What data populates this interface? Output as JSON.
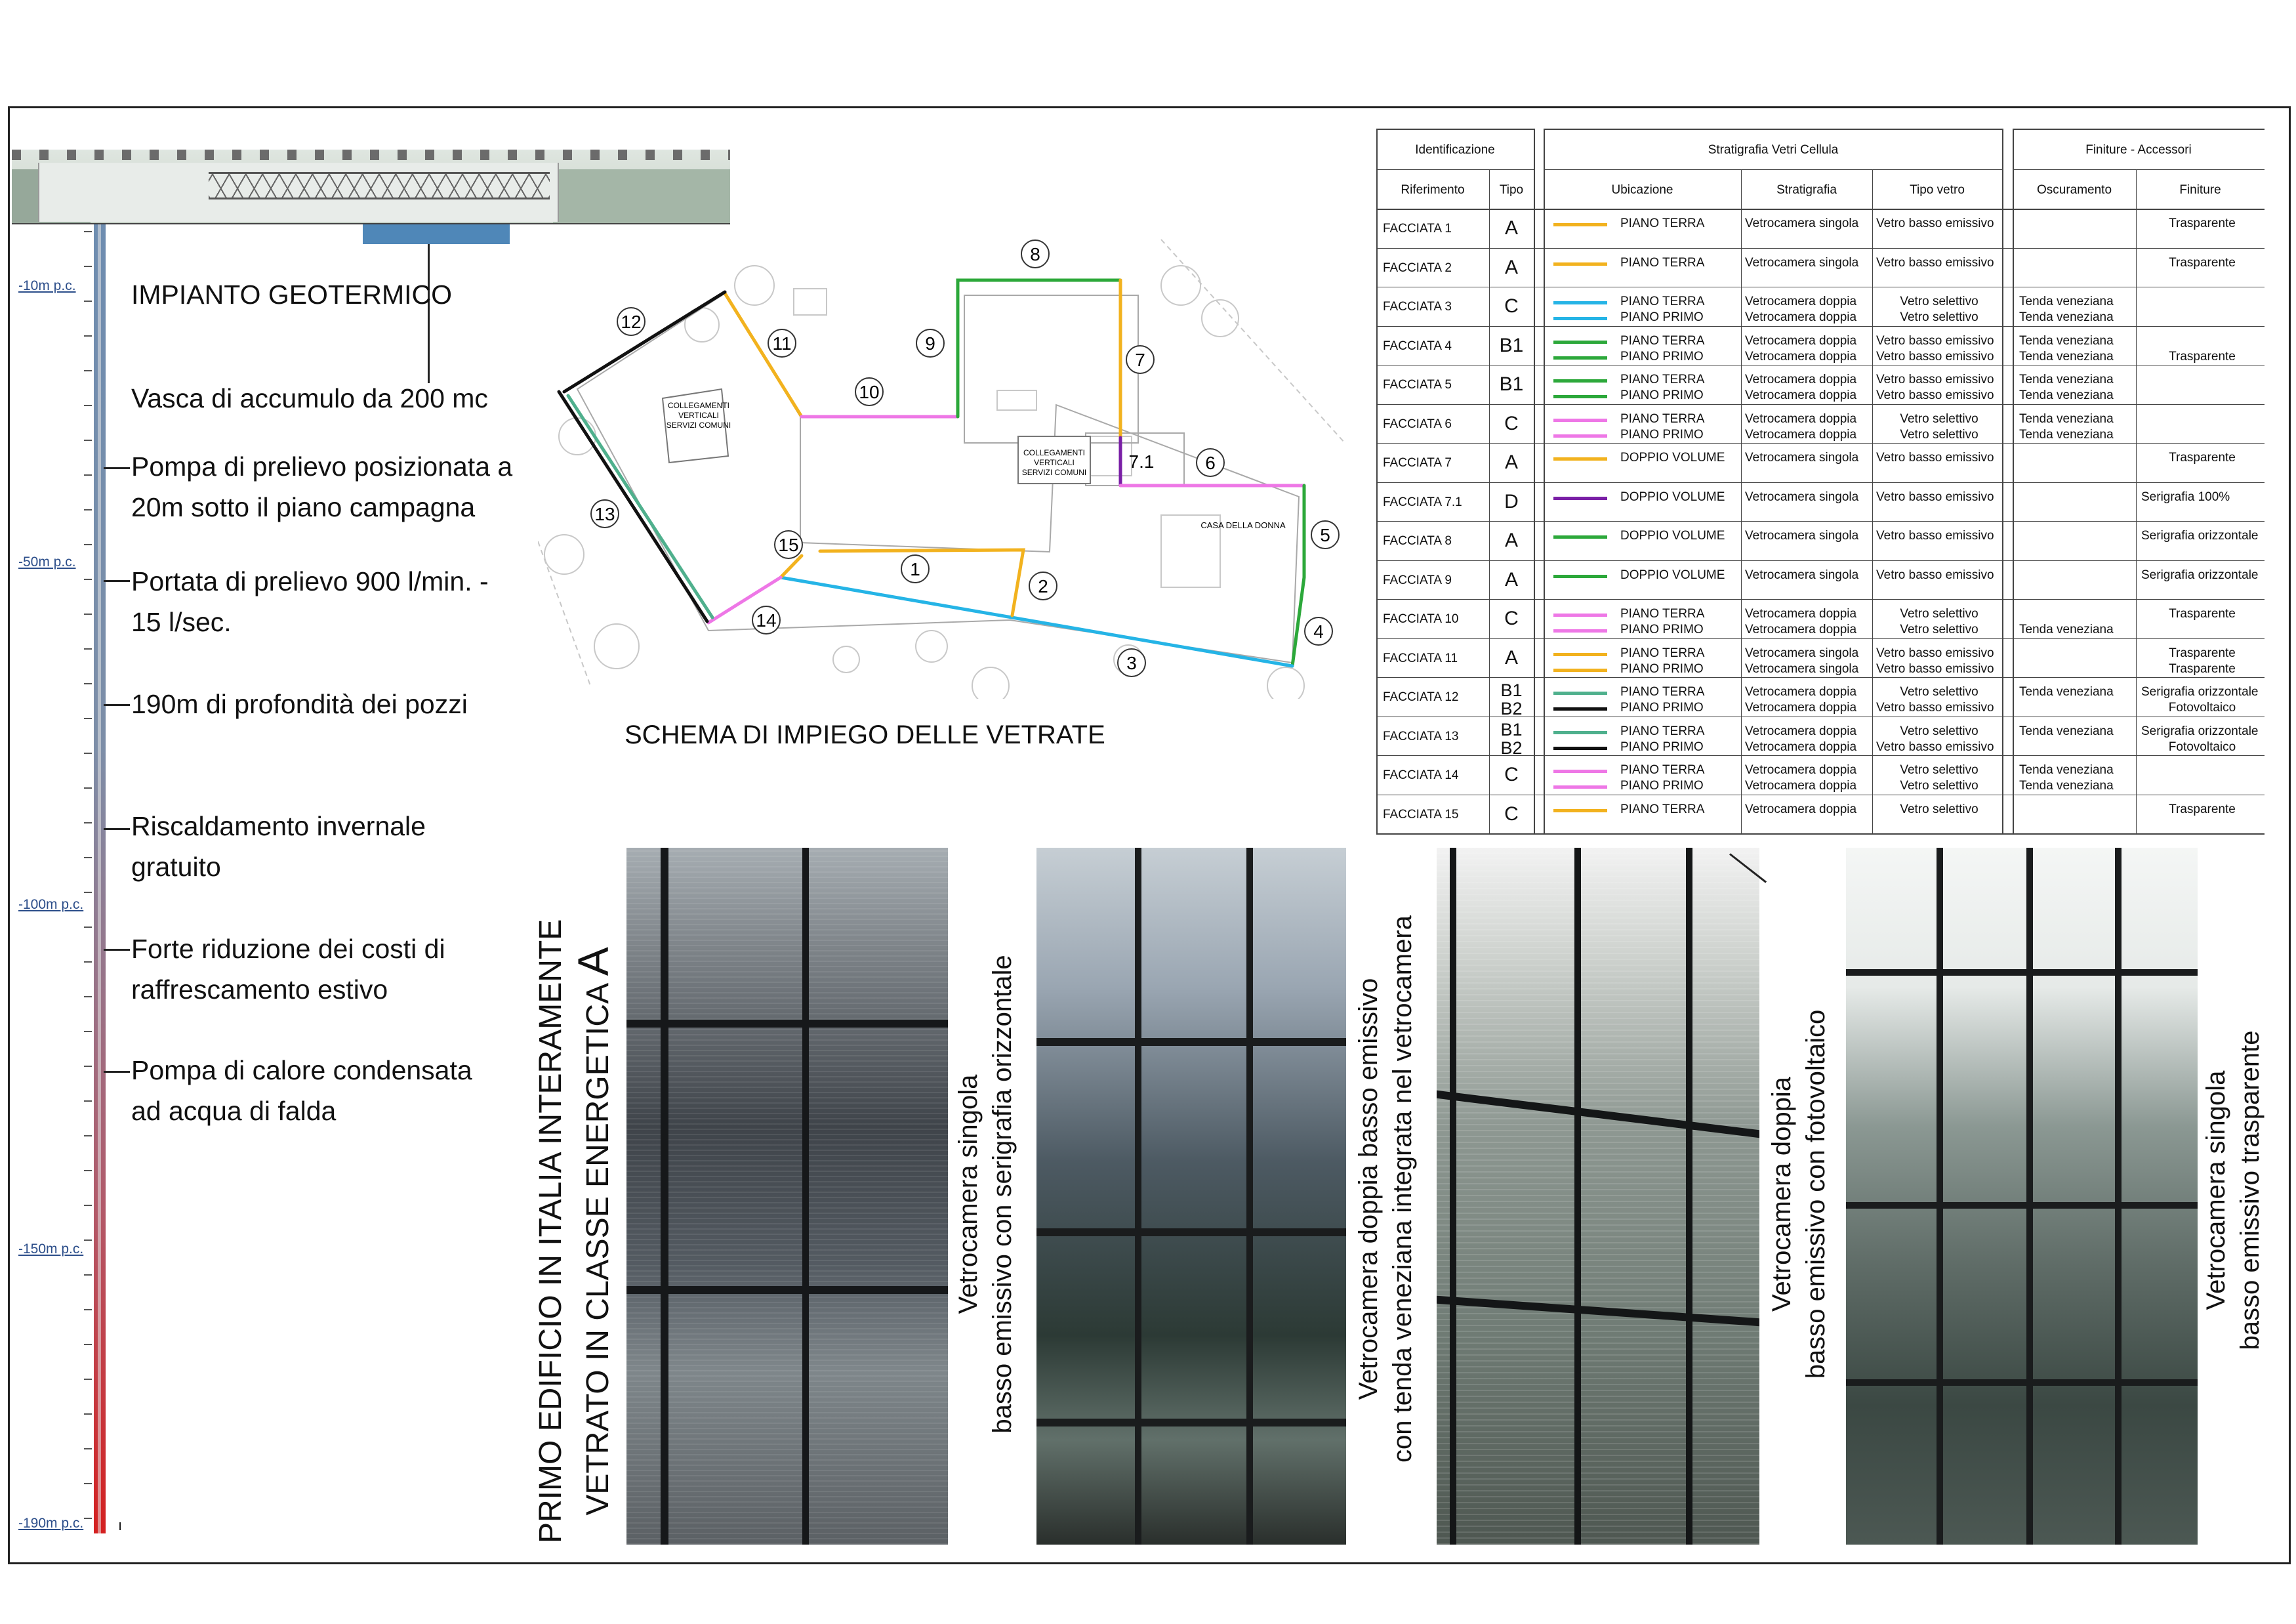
{
  "geothermal": {
    "title": "IMPIANTO GEOTERMICO",
    "depth_labels": [
      "-10m p.c.",
      "-50m p.c.",
      "-100m p.c.",
      "-150m p.c.",
      "-190m p.c."
    ],
    "features": [
      "Vasca di accumulo da 200 mc",
      "Pompa di prelievo posizionata a 20m sotto il piano campagna",
      "Portata di prelievo 900 l/min. - 15 l/sec.",
      "190m di profondità dei pozzi",
      "Riscaldamento invernale gratuito",
      "Forte riduzione dei costi di raffrescamento estivo",
      "Pompa di calore condensata ad acqua di falda"
    ]
  },
  "plan": {
    "title": "SCHEMA DI IMPIEGO DELLE VETRATE",
    "block_label_1": [
      "COLLEGAMENTI",
      "VERTICALI",
      "SERVIZI COMUNI"
    ],
    "block_label_2": [
      "COLLEGAMENTI",
      "VERTICALI",
      "SERVIZI COMUNI"
    ],
    "casa_label": "CASA DELLA DONNA",
    "markers": [
      "1",
      "2",
      "3",
      "4",
      "5",
      "6",
      "7",
      "7.1",
      "8",
      "9",
      "10",
      "11",
      "12",
      "13",
      "14",
      "15"
    ]
  },
  "table": {
    "groups": [
      "Identificazione",
      "Stratigrafia Vetri Cellula",
      "Finiture - Accessori"
    ],
    "columns": [
      "Riferimento",
      "Tipo",
      "Ubicazione",
      "Stratigrafia",
      "Tipo vetro",
      "Oscuramento",
      "Finiture"
    ],
    "colors": {
      "yellow": "#f2b21e",
      "cyan": "#25b4e6",
      "green": "#2ca83a",
      "magenta": "#ee77e6",
      "purple": "#7a1fa6",
      "teal": "#4fb08d",
      "black": "#111111"
    },
    "rows": [
      {
        "ref": "FACCIATA 1",
        "tipo": "A",
        "lines": [
          {
            "color": "yellow",
            "ub": "PIANO TERRA",
            "strat": "Vetrocamera singola",
            "vetro": "Vetro basso emissivo",
            "osc": "",
            "fin": "Trasparente"
          }
        ]
      },
      {
        "ref": "FACCIATA 2",
        "tipo": "A",
        "lines": [
          {
            "color": "yellow",
            "ub": "PIANO TERRA",
            "strat": "Vetrocamera singola",
            "vetro": "Vetro basso emissivo",
            "osc": "",
            "fin": "Trasparente"
          }
        ]
      },
      {
        "ref": "FACCIATA 3",
        "tipo": "C",
        "lines": [
          {
            "color": "cyan",
            "ub": "PIANO TERRA",
            "strat": "Vetrocamera doppia",
            "vetro": "Vetro selettivo",
            "osc": "Tenda veneziana",
            "fin": ""
          },
          {
            "color": "cyan",
            "ub": "PIANO PRIMO",
            "strat": "Vetrocamera doppia",
            "vetro": "Vetro selettivo",
            "osc": "Tenda veneziana",
            "fin": ""
          }
        ]
      },
      {
        "ref": "FACCIATA 4",
        "tipo": "B1",
        "lines": [
          {
            "color": "green",
            "ub": "PIANO TERRA",
            "strat": "Vetrocamera doppia",
            "vetro": "Vetro basso emissivo",
            "osc": "Tenda veneziana",
            "fin": ""
          },
          {
            "color": "green",
            "ub": "PIANO PRIMO",
            "strat": "Vetrocamera doppia",
            "vetro": "Vetro basso emissivo",
            "osc": "Tenda veneziana",
            "fin": "Trasparente"
          }
        ]
      },
      {
        "ref": "FACCIATA 5",
        "tipo": "B1",
        "lines": [
          {
            "color": "green",
            "ub": "PIANO TERRA",
            "strat": "Vetrocamera doppia",
            "vetro": "Vetro basso emissivo",
            "osc": "Tenda veneziana",
            "fin": ""
          },
          {
            "color": "green",
            "ub": "PIANO PRIMO",
            "strat": "Vetrocamera doppia",
            "vetro": "Vetro basso emissivo",
            "osc": "Tenda veneziana",
            "fin": ""
          }
        ]
      },
      {
        "ref": "FACCIATA 6",
        "tipo": "C",
        "lines": [
          {
            "color": "magenta",
            "ub": "PIANO TERRA",
            "strat": "Vetrocamera doppia",
            "vetro": "Vetro selettivo",
            "osc": "Tenda veneziana",
            "fin": ""
          },
          {
            "color": "magenta",
            "ub": "PIANO PRIMO",
            "strat": "Vetrocamera doppia",
            "vetro": "Vetro selettivo",
            "osc": "Tenda veneziana",
            "fin": ""
          }
        ]
      },
      {
        "ref": "FACCIATA 7",
        "tipo": "A",
        "lines": [
          {
            "color": "yellow",
            "ub": "DOPPIO VOLUME",
            "strat": "Vetrocamera singola",
            "vetro": "Vetro basso emissivo",
            "osc": "",
            "fin": "Trasparente"
          }
        ]
      },
      {
        "ref": "FACCIATA 7.1",
        "tipo": "D",
        "lines": [
          {
            "color": "purple",
            "ub": "DOPPIO VOLUME",
            "strat": "Vetrocamera singola",
            "vetro": "Vetro basso emissivo",
            "osc": "",
            "fin": "Serigrafia 100%"
          }
        ]
      },
      {
        "ref": "FACCIATA 8",
        "tipo": "A",
        "lines": [
          {
            "color": "green",
            "ub": "DOPPIO VOLUME",
            "strat": "Vetrocamera singola",
            "vetro": "Vetro basso emissivo",
            "osc": "",
            "fin": "Serigrafia orizzontale"
          }
        ]
      },
      {
        "ref": "FACCIATA 9",
        "tipo": "A",
        "lines": [
          {
            "color": "green",
            "ub": "DOPPIO VOLUME",
            "strat": "Vetrocamera singola",
            "vetro": "Vetro basso emissivo",
            "osc": "",
            "fin": "Serigrafia orizzontale"
          }
        ]
      },
      {
        "ref": "FACCIATA 10",
        "tipo": "C",
        "lines": [
          {
            "color": "magenta",
            "ub": "PIANO TERRA",
            "strat": "Vetrocamera doppia",
            "vetro": "Vetro selettivo",
            "osc": "",
            "fin": "Trasparente"
          },
          {
            "color": "magenta",
            "ub": "PIANO PRIMO",
            "strat": "Vetrocamera doppia",
            "vetro": "Vetro selettivo",
            "osc": "Tenda veneziana",
            "fin": ""
          }
        ]
      },
      {
        "ref": "FACCIATA 11",
        "tipo": "A",
        "lines": [
          {
            "color": "yellow",
            "ub": "PIANO TERRA",
            "strat": "Vetrocamera singola",
            "vetro": "Vetro basso emissivo",
            "osc": "",
            "fin": "Trasparente"
          },
          {
            "color": "yellow",
            "ub": "PIANO PRIMO",
            "strat": "Vetrocamera singola",
            "vetro": "Vetro basso emissivo",
            "osc": "",
            "fin": "Trasparente"
          }
        ]
      },
      {
        "ref": "FACCIATA 12",
        "tipo": "B1 B2",
        "lines": [
          {
            "color": "teal",
            "ub": "PIANO TERRA",
            "strat": "Vetrocamera doppia",
            "vetro": "Vetro selettivo",
            "osc": "Tenda veneziana",
            "fin": "Serigrafia orizzontale"
          },
          {
            "color": "black",
            "ub": "PIANO PRIMO",
            "strat": "Vetrocamera doppia",
            "vetro": "Vetro basso emissivo",
            "osc": "",
            "fin": "Fotovoltaico"
          }
        ]
      },
      {
        "ref": "FACCIATA 13",
        "tipo": "B1 B2",
        "lines": [
          {
            "color": "teal",
            "ub": "PIANO TERRA",
            "strat": "Vetrocamera doppia",
            "vetro": "Vetro selettivo",
            "osc": "Tenda veneziana",
            "fin": "Serigrafia orizzontale"
          },
          {
            "color": "black",
            "ub": "PIANO PRIMO",
            "strat": "Vetrocamera doppia",
            "vetro": "Vetro basso emissivo",
            "osc": "",
            "fin": "Fotovoltaico"
          }
        ]
      },
      {
        "ref": "FACCIATA 14",
        "tipo": "C",
        "lines": [
          {
            "color": "magenta",
            "ub": "PIANO TERRA",
            "strat": "Vetrocamera doppia",
            "vetro": "Vetro selettivo",
            "osc": "Tenda veneziana",
            "fin": ""
          },
          {
            "color": "magenta",
            "ub": "PIANO PRIMO",
            "strat": "Vetrocamera doppia",
            "vetro": "Vetro selettivo",
            "osc": "Tenda veneziana",
            "fin": ""
          }
        ]
      },
      {
        "ref": "FACCIATA 15",
        "tipo": "C",
        "lines": [
          {
            "color": "yellow",
            "ub": "PIANO TERRA",
            "strat": "Vetrocamera doppia",
            "vetro": "Vetro selettivo",
            "osc": "",
            "fin": "Trasparente"
          }
        ]
      }
    ]
  },
  "headline": {
    "line1": "PRIMO EDIFICIO IN ITALIA INTERAMENTE",
    "line2_prefix": "VETRATO IN CLASSE ENERGETICA ",
    "line2_class": "A"
  },
  "captions": {
    "photo1": [
      "Vetrocamera singola",
      "basso emissivo con serigrafia orizzontale"
    ],
    "photo2": [
      "Vetrocamera doppia basso emissivo",
      "con tenda veneziana integrata nel vetrocamera"
    ],
    "photo3": [
      "Vetrocamera doppia",
      "basso emissivo con fotovoltaico"
    ],
    "photo4": [
      "Vetrocamera singola",
      "basso emissivo trasparente"
    ]
  }
}
